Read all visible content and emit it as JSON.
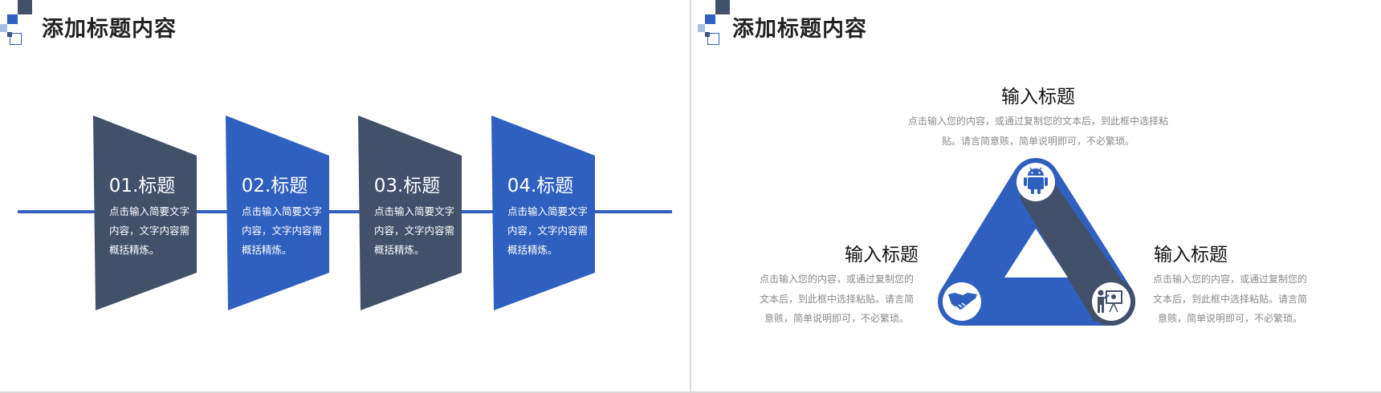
{
  "colors": {
    "dark": "#42506a",
    "blue": "#3060bf",
    "light_blue": "#a8bde6",
    "text_gray": "#8a8a8a"
  },
  "left_slide": {
    "title": "添加标题内容",
    "steps": [
      {
        "title": "01.标题",
        "text": "点击输入简要文字内容，文字内容需概括精炼。",
        "color": "#42506a"
      },
      {
        "title": "02.标题",
        "text": "点击输入简要文字内容，文字内容需概括精炼。",
        "color": "#3060bf"
      },
      {
        "title": "03.标题",
        "text": "点击输入简要文字内容，文字内容需概括精炼。",
        "color": "#42506a"
      },
      {
        "title": "04.标题",
        "text": "点击输入简要文字内容，文字内容需概括精炼。",
        "color": "#3060bf"
      }
    ]
  },
  "right_slide": {
    "title": "添加标题内容",
    "top_block": {
      "title": "输入标题",
      "text": "点击输入您的内容，或通过复制您的文本后，到此框中选择粘贴。请言简意赅，简单说明即可，不必繁琐。"
    },
    "left_block": {
      "title": "输入标题",
      "text": "点击输入您的内容，或通过复制您的文本后，到此框中选择粘贴。请言简意赅，简单说明即可，不必繁琐。"
    },
    "right_block": {
      "title": "输入标题",
      "text": "点击输入您的内容，或通过复制您的文本后，到此框中选择粘贴。请言简意赅，简单说明即可，不必繁琐。"
    },
    "icons": [
      "android-icon",
      "handshake-icon",
      "presenter-icon"
    ]
  }
}
